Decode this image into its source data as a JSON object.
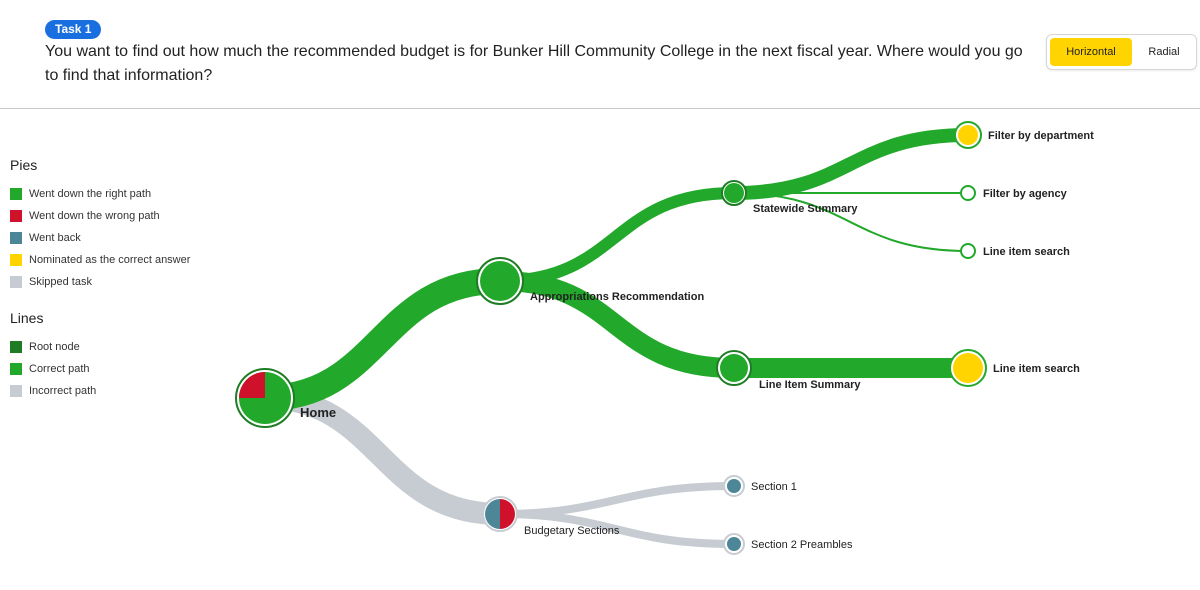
{
  "task": {
    "badge": "Task 1",
    "question": "You want to find out how much the recommended budget is for Bunker Hill Community College in the next fiscal year. Where would you go to find that information?"
  },
  "view_toggle": {
    "horizontal_label": "Horizontal",
    "radial_label": "Radial",
    "selected": "Horizontal"
  },
  "legend": {
    "pies_title": "Pies",
    "pies": [
      {
        "label": "Went down the right path",
        "color": "#22a82a"
      },
      {
        "label": "Went down the wrong path",
        "color": "#d0112b"
      },
      {
        "label": "Went back",
        "color": "#4d8797"
      },
      {
        "label": "Nominated as the correct answer",
        "color": "#ffd400"
      },
      {
        "label": "Skipped task",
        "color": "#c7ccd2"
      }
    ],
    "lines_title": "Lines",
    "lines": [
      {
        "label": "Root node",
        "color": "#1e7d24"
      },
      {
        "label": "Correct path",
        "color": "#22a82a"
      },
      {
        "label": "Incorrect path",
        "color": "#c7ccd2"
      }
    ]
  },
  "diagram": {
    "nodes": {
      "home": "Home",
      "appropriations": "Appropriations Recommendation",
      "statewide": "Statewide Summary",
      "filter_department": "Filter by department",
      "filter_agency": "Filter by agency",
      "line_item_search_1": "Line item search",
      "line_item_summary": "Line Item Summary",
      "line_item_search_2": "Line item search",
      "budgetary": "Budgetary Sections",
      "section1": "Section 1",
      "section2": "Section 2 Preambles"
    }
  }
}
